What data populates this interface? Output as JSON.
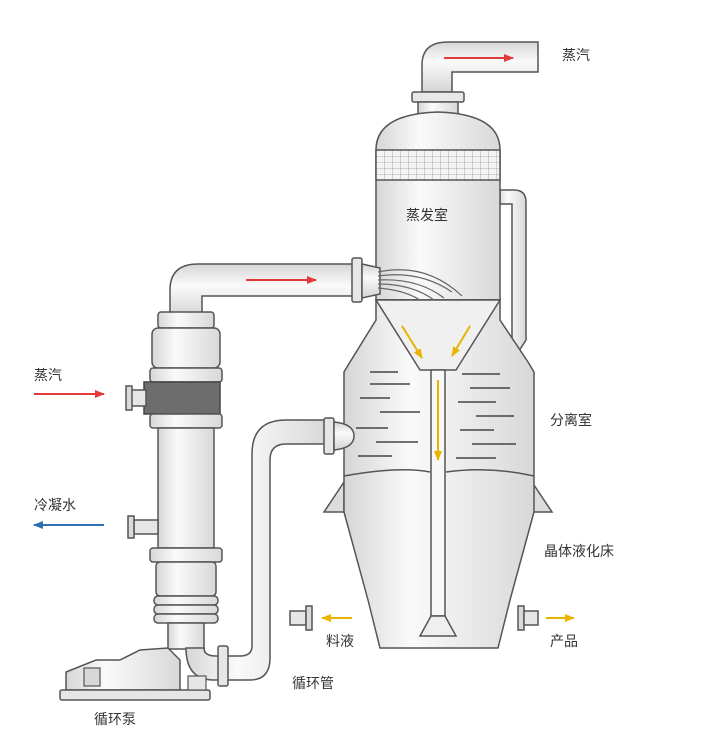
{
  "labels": {
    "steam_out": "蒸汽",
    "evaporation_chamber": "蒸发室",
    "steam_in": "蒸汽",
    "condensate": "冷凝水",
    "separation_chamber": "分离室",
    "crystal_bed": "晶体液化床",
    "feed": "料液",
    "product": "产品",
    "circulation_pipe": "循环管",
    "circulation_pump": "循环泵"
  },
  "colors": {
    "steam_arrow": "#e23a3a",
    "condensate_arrow": "#2f6fb5",
    "flow_arrow": "#e8b400",
    "vessel_fill": "#eeeeee",
    "vessel_stroke": "#555555",
    "band_dark": "#6d6d6d"
  }
}
